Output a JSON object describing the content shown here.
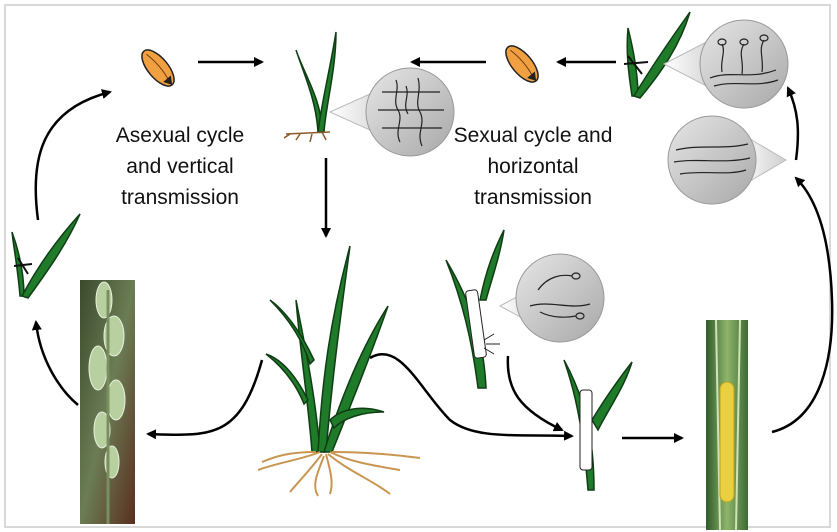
{
  "labels": {
    "asexual": [
      "Asexual cycle",
      "and  vertical",
      "transmission"
    ],
    "sexual": [
      "Sexual cycle and",
      "horizontal",
      "transmission"
    ]
  },
  "colors": {
    "leaf": "#1f7a2a",
    "leaf_dark": "#0f3d14",
    "seed": "#f0a040",
    "root": "#c89650",
    "bubble": "#c8c8c8",
    "stroma": "#e8d040",
    "arrow": "#000000"
  },
  "icons": [
    "seed-icon",
    "seedling-icon",
    "grass-plant-icon",
    "flowering-head-photo",
    "stroma-photo",
    "mycelium-bubble-icon",
    "perithecia-bubble-icon",
    "spermatia-bubble-icon",
    "ascospore-bubble-icon"
  ]
}
